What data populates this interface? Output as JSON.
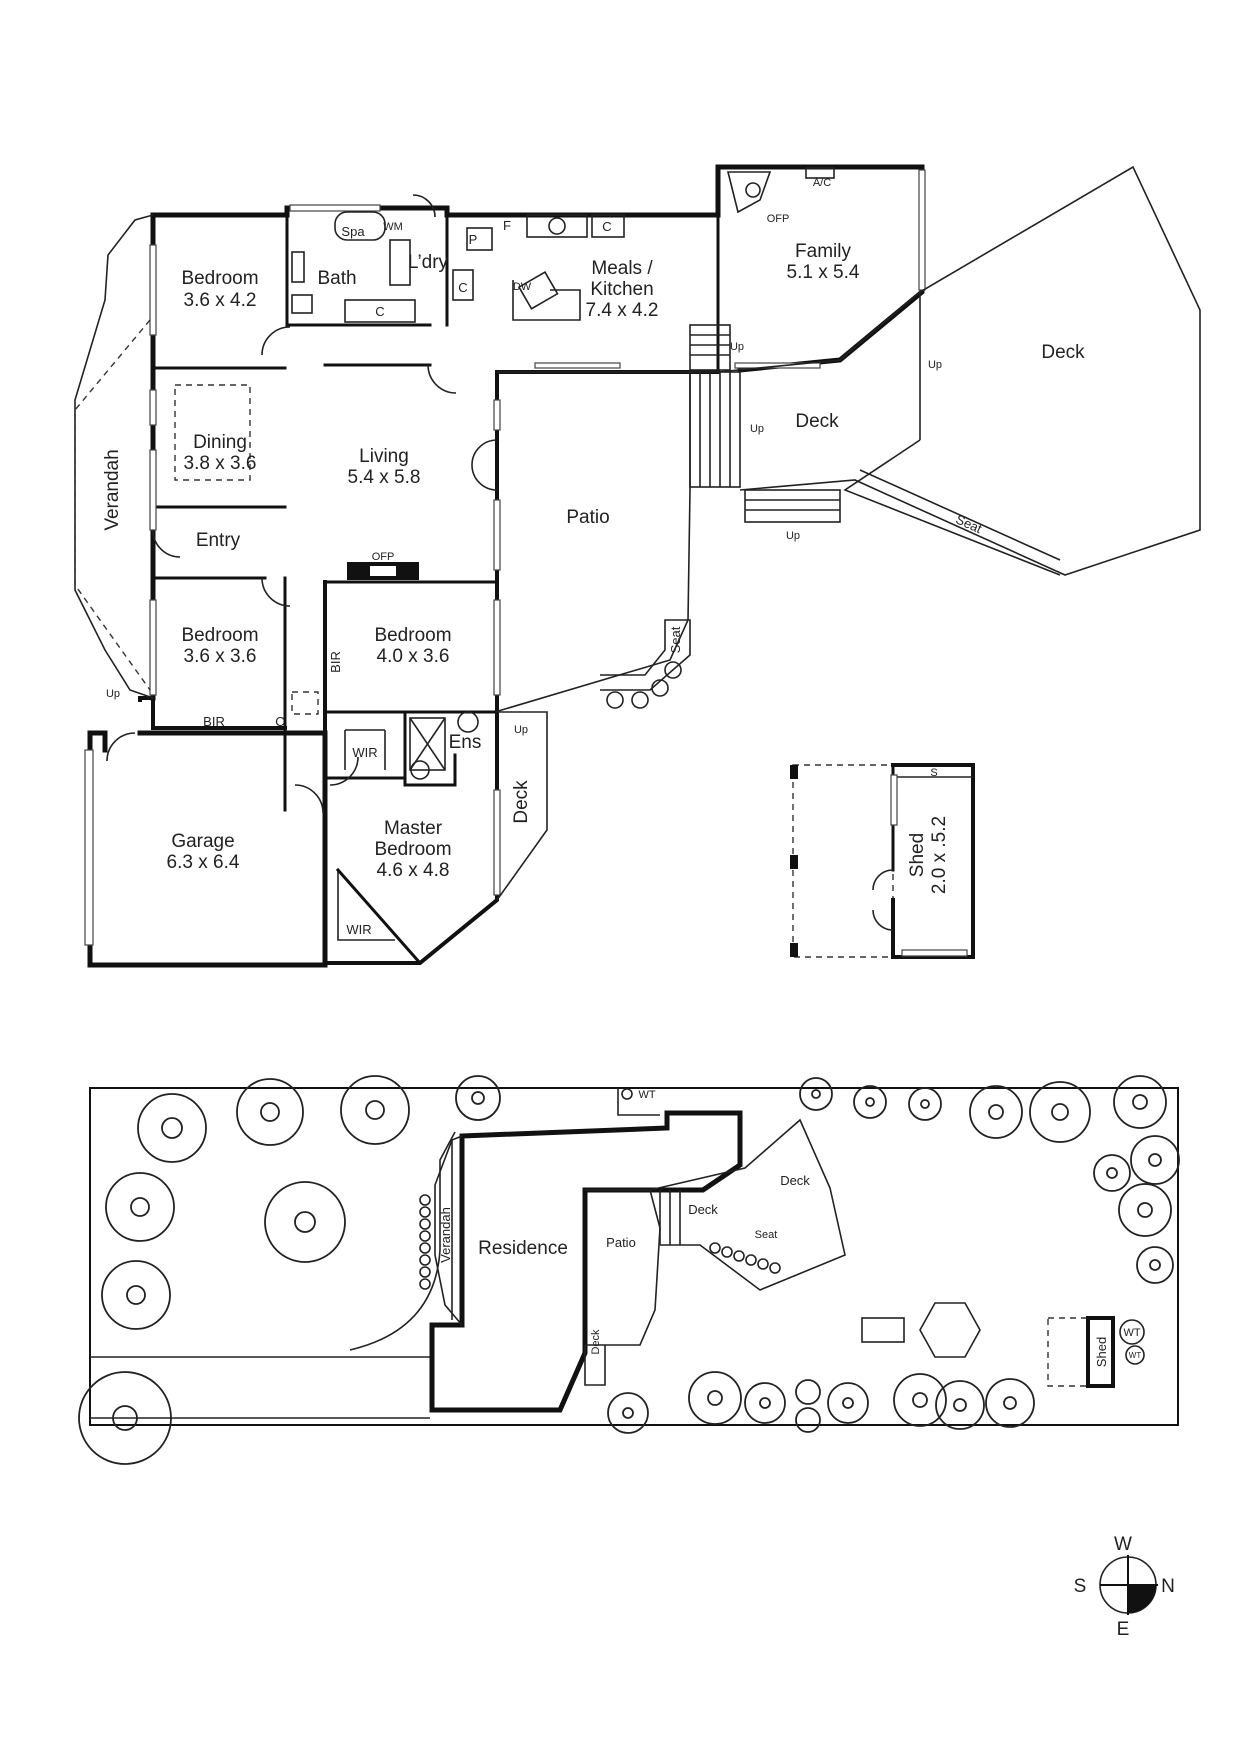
{
  "floor": {
    "rooms": [
      {
        "key": "bedroom1",
        "name": "Bedroom",
        "size": "3.6 x 4.2"
      },
      {
        "key": "bath",
        "name": "Bath",
        "size": ""
      },
      {
        "key": "laundry",
        "name": "L’dry",
        "size": ""
      },
      {
        "key": "meals",
        "name_line1": "Meals /",
        "name_line2": "Kitchen",
        "size": "7.4 x 4.2"
      },
      {
        "key": "family",
        "name": "Family",
        "size": "5.1 x 5.4"
      },
      {
        "key": "dining",
        "name": "Dining",
        "size": "3.8 x 3.6"
      },
      {
        "key": "living",
        "name": "Living",
        "size": "5.4 x 5.8"
      },
      {
        "key": "entry",
        "name": "Entry",
        "size": ""
      },
      {
        "key": "bedroom2",
        "name": "Bedroom",
        "size": "3.6 x 3.6"
      },
      {
        "key": "bedroom3",
        "name": "Bedroom",
        "size": "4.0 x 3.6"
      },
      {
        "key": "master",
        "name_line1": "Master",
        "name_line2": "Bedroom",
        "size": "4.6 x 4.8"
      },
      {
        "key": "garage",
        "name": "Garage",
        "size": "6.3 x 6.4"
      },
      {
        "key": "shed",
        "name": "Shed",
        "size": "2.0 x .5.2"
      }
    ],
    "labels": {
      "spa": "Spa",
      "wm": "WM",
      "p": "P",
      "f": "F",
      "c": "C",
      "dw": "DW",
      "ofp": "OFP",
      "ac": "A/C",
      "verandah": "Verandah",
      "patio": "Patio",
      "deck": "Deck",
      "seat": "Seat",
      "bir": "BIR",
      "wir": "WIR",
      "ens": "Ens",
      "up": "Up",
      "s": "S"
    }
  },
  "site": {
    "labels": {
      "residence": "Residence",
      "verandah": "Verandah",
      "patio": "Patio",
      "deck": "Deck",
      "seat": "Seat",
      "shed": "Shed",
      "wt": "WT"
    }
  },
  "compass": {
    "w": "W",
    "s": "S",
    "n": "N",
    "e": "E"
  }
}
